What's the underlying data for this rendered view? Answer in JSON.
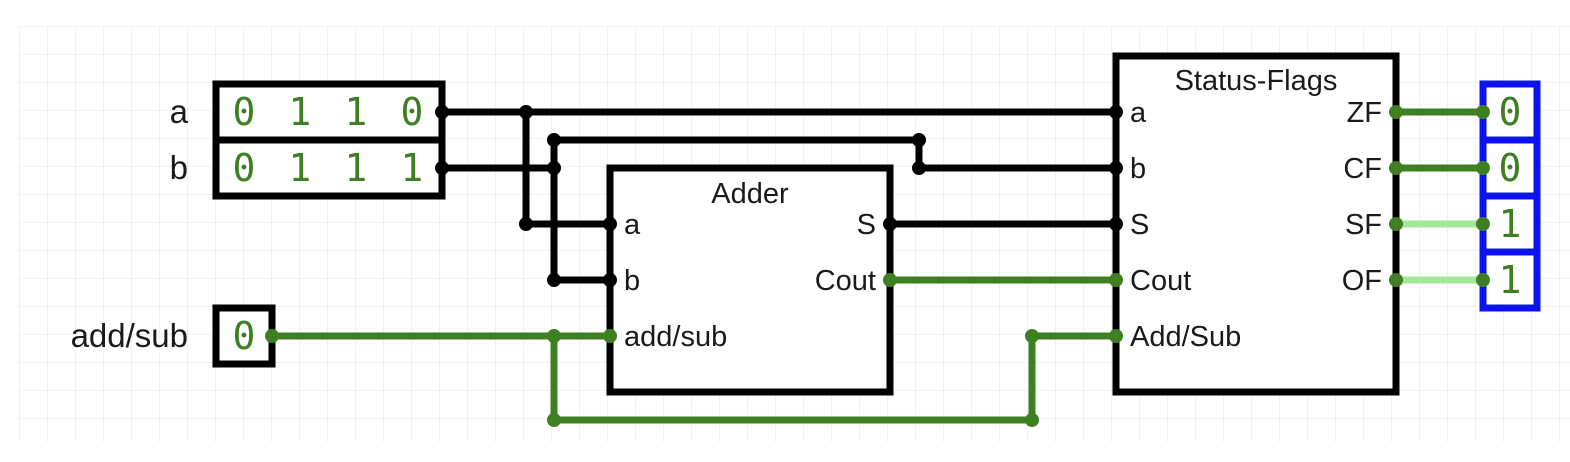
{
  "inputs": {
    "a": {
      "label": "a",
      "bits": [
        "0",
        "1",
        "1",
        "0"
      ]
    },
    "b": {
      "label": "b",
      "bits": [
        "0",
        "1",
        "1",
        "1"
      ]
    },
    "add_sub": {
      "label": "add/sub",
      "bits": [
        "0"
      ]
    }
  },
  "adder": {
    "title": "Adder",
    "pins_in": {
      "a": "a",
      "b": "b",
      "add_sub": "add/sub"
    },
    "pins_out": {
      "s": "S",
      "cout": "Cout"
    }
  },
  "status_flags": {
    "title": "Status-Flags",
    "pins_in": {
      "a": "a",
      "b": "b",
      "s": "S",
      "cout": "Cout",
      "add_sub": "Add/Sub"
    },
    "pins_out": {
      "zf": "ZF",
      "cf": "CF",
      "sf": "SF",
      "of": "OF"
    }
  },
  "outputs": {
    "zf": "0",
    "cf": "0",
    "sf": "1",
    "of": "1"
  },
  "colors": {
    "wire_high": "#3e7f22",
    "wire_low": "#000000",
    "wire_idle": "#a3e79a",
    "output_border": "#0a14f0",
    "grid": "#e6e6e6"
  }
}
